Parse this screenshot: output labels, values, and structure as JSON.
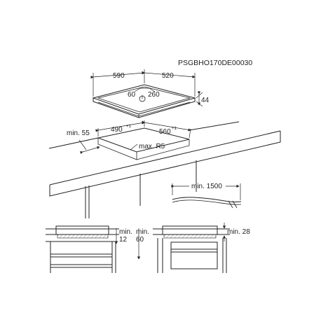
{
  "doc": {
    "code": "PSGBHO170DE00030"
  },
  "hob": {
    "width": "590",
    "depth": "520",
    "thickness": "44",
    "gap_left": "60",
    "gap_right": "260"
  },
  "cutout": {
    "width": "490",
    "width_tol": "+1",
    "depth": "560",
    "depth_tol": "+1",
    "radius": "max. R5",
    "edge_min": "min. 55"
  },
  "cable": {
    "length": "min. 1500"
  },
  "side_left": {
    "min_a": "min.",
    "min_a_val": "12",
    "min_b": "min.",
    "min_b_val": "60"
  },
  "side_right": {
    "min": "min. 28"
  }
}
